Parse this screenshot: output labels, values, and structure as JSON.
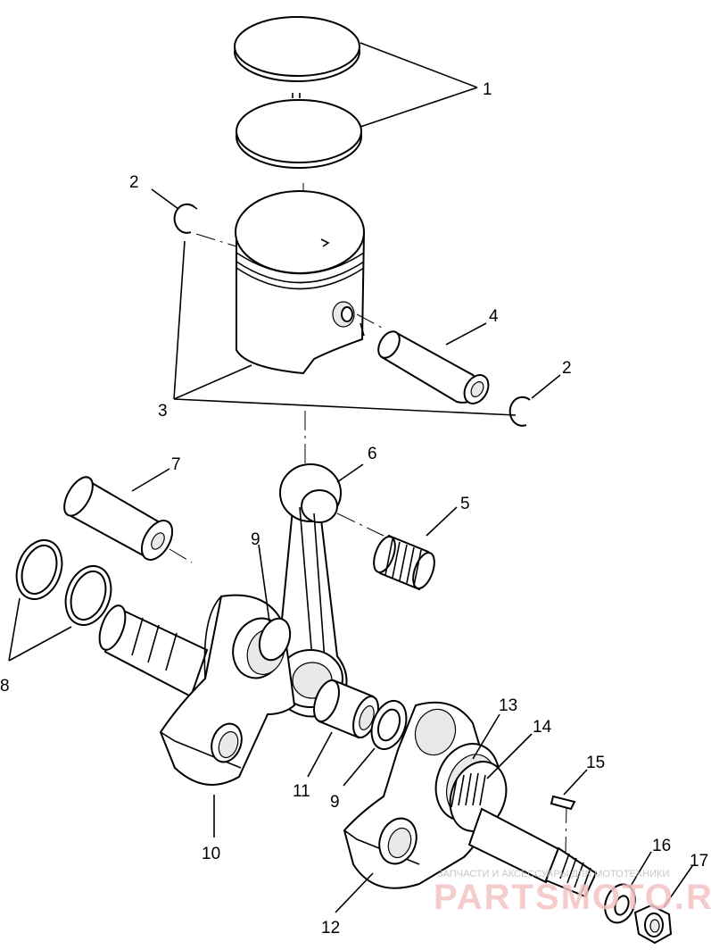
{
  "diagram": {
    "callouts": [
      {
        "id": "c1a",
        "label": "1"
      },
      {
        "id": "c2a",
        "label": "2"
      },
      {
        "id": "c2b",
        "label": "2"
      },
      {
        "id": "c3",
        "label": "3"
      },
      {
        "id": "c4",
        "label": "4"
      },
      {
        "id": "c5",
        "label": "5"
      },
      {
        "id": "c6",
        "label": "6"
      },
      {
        "id": "c7",
        "label": "7"
      },
      {
        "id": "c8",
        "label": "8"
      },
      {
        "id": "c9a",
        "label": "9"
      },
      {
        "id": "c9b",
        "label": "9"
      },
      {
        "id": "c10",
        "label": "10"
      },
      {
        "id": "c11",
        "label": "11"
      },
      {
        "id": "c12",
        "label": "12"
      },
      {
        "id": "c13",
        "label": "13"
      },
      {
        "id": "c14",
        "label": "14"
      },
      {
        "id": "c15",
        "label": "15"
      },
      {
        "id": "c16",
        "label": "16"
      },
      {
        "id": "c17",
        "label": "17"
      }
    ],
    "watermark": {
      "tagline": "ЗАПЧАСТИ И АКСЕССУАРЫ ДЛЯ МОТОТЕХНИКИ",
      "brand": "PARTSMOTO.RU"
    }
  }
}
